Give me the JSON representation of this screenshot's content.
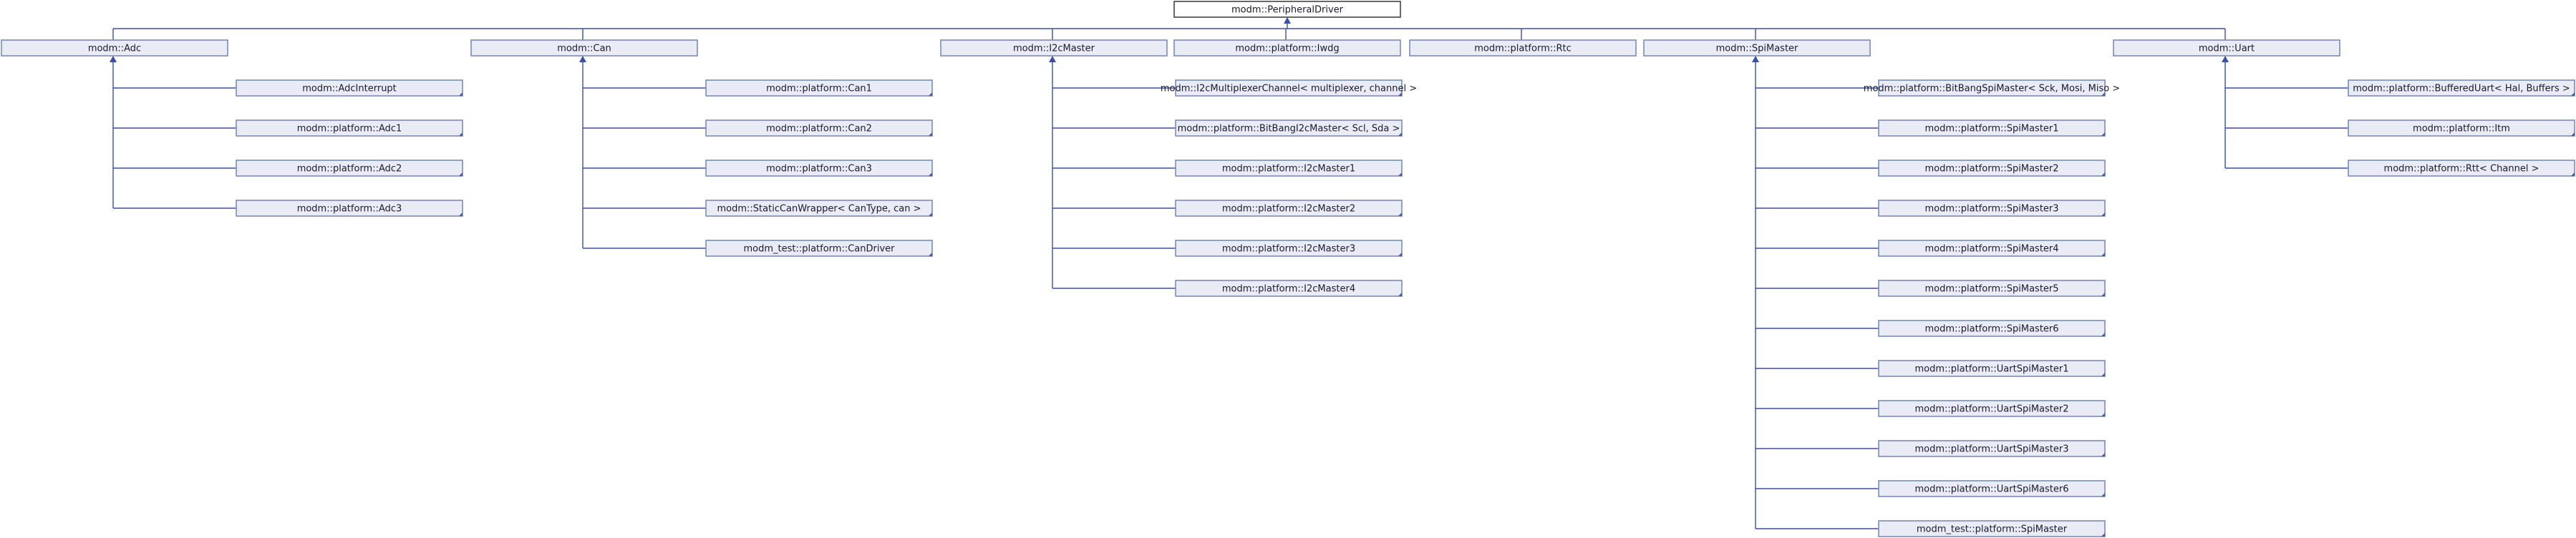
{
  "root": "modm::PeripheralDriver",
  "groups": [
    {
      "parent": "modm::Adc",
      "children": [
        "modm::AdcInterrupt",
        "modm::platform::Adc1",
        "modm::platform::Adc2",
        "modm::platform::Adc3"
      ]
    },
    {
      "parent": "modm::Can",
      "children": [
        "modm::platform::Can1",
        "modm::platform::Can2",
        "modm::platform::Can3",
        "modm::StaticCanWrapper< CanType, can >",
        "modm_test::platform::CanDriver"
      ]
    },
    {
      "parent": "modm::I2cMaster",
      "children": [
        "modm::I2cMultiplexerChannel< multiplexer, channel >",
        "modm::platform::BitBangI2cMaster< Scl, Sda >",
        "modm::platform::I2cMaster1",
        "modm::platform::I2cMaster2",
        "modm::platform::I2cMaster3",
        "modm::platform::I2cMaster4"
      ]
    },
    {
      "parent": "modm::platform::Iwdg",
      "children": []
    },
    {
      "parent": "modm::platform::Rtc",
      "children": []
    },
    {
      "parent": "modm::SpiMaster",
      "children": [
        "modm::platform::BitBangSpiMaster< Sck, Mosi, Miso >",
        "modm::platform::SpiMaster1",
        "modm::platform::SpiMaster2",
        "modm::platform::SpiMaster3",
        "modm::platform::SpiMaster4",
        "modm::platform::SpiMaster5",
        "modm::platform::SpiMaster6",
        "modm::platform::UartSpiMaster1",
        "modm::platform::UartSpiMaster2",
        "modm::platform::UartSpiMaster3",
        "modm::platform::UartSpiMaster6",
        "modm_test::platform::SpiMaster"
      ]
    },
    {
      "parent": "modm::Uart",
      "children": [
        "modm::platform::BufferedUart< Hal, Buffers >",
        "modm::platform::Itm",
        "modm::platform::Rtt< Channel >"
      ]
    }
  ]
}
